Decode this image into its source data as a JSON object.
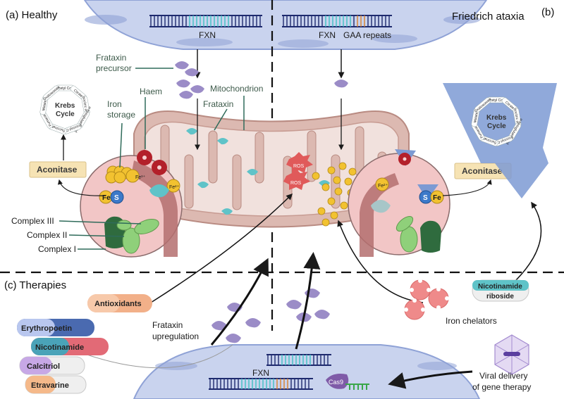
{
  "panels": {
    "healthy": "(a)  Healthy",
    "ataxia": "Friedrich ataxia",
    "ataxia_tag": "(b)",
    "therapies": "(c)  Therapies"
  },
  "labels": {
    "fxn_left": "FXN",
    "fxn_right": "FXN",
    "gaa": "GAA repeats",
    "frataxin_precursor_1": "Frataxin",
    "frataxin_precursor_2": "precursor",
    "haem": "Haem",
    "mitochondrion": "Mitochondrion",
    "iron_storage_1": "Iron",
    "iron_storage_2": "storage",
    "frataxin": "Frataxin",
    "aconitase_left": "Aconitase",
    "aconitase_right": "Aconitase",
    "complex_iii": "Complex III",
    "complex_ii": "Complex II",
    "complex_i": "Complex I",
    "ros_1": "ROS",
    "ros_2": "ROS",
    "fe_s_fe": "Fe",
    "fe_s_s": "S",
    "fe_s_fe_r": "Fe",
    "fe_s_s_r": "S",
    "fe3": "Fe³⁺",
    "fe2": "Fe²⁺",
    "fe2_r": "Fe²⁺",
    "fxn_bottom": "FXN",
    "cas9": "Cas9"
  },
  "krebs": {
    "title_1": "Krebs",
    "title_2": "Cycle",
    "steps": [
      "Acetyl CoA",
      "Citrate",
      "Isocitric acid",
      "α-Ketoglutaric acid",
      "Succinyl-CoA",
      "Succinate",
      "Fumarate",
      "Malate",
      "Oxaloacetate"
    ]
  },
  "therapies": {
    "antioxidants": "Antioxidants",
    "frataxin_upreg_1": "Frataxin",
    "frataxin_upreg_2": "upregulation",
    "iron_chelators": "Iron chelators",
    "nicotinamide_riboside_1": "Nicotinamide",
    "nicotinamide_riboside_2": "riboside",
    "erythropoetin": "Erythropoetin",
    "nicotinamide": "Nicotinamide",
    "calcitriol": "Calcitriol",
    "etravarine": "Etravarine",
    "viral_1": "Viral delivery",
    "viral_2": "of gene therapy"
  },
  "colors": {
    "nucleus": "#c9d3ee",
    "nucleus_edge": "#8fa2d6",
    "mito": "#dcb9b1",
    "mito_edge": "#b98b82",
    "zoom_fill": "#f2c6c6",
    "frataxin": "#9b8cc7",
    "teal": "#5fc3c8",
    "iron": "#f2c230",
    "haem": "#b3202a",
    "complex_dark": "#2f6b3e",
    "complex_light": "#8fd07a",
    "aconitase_bg": "#f6e3b4",
    "ros": "#e05a5a",
    "arrow_blue": "#7c9ad3"
  }
}
